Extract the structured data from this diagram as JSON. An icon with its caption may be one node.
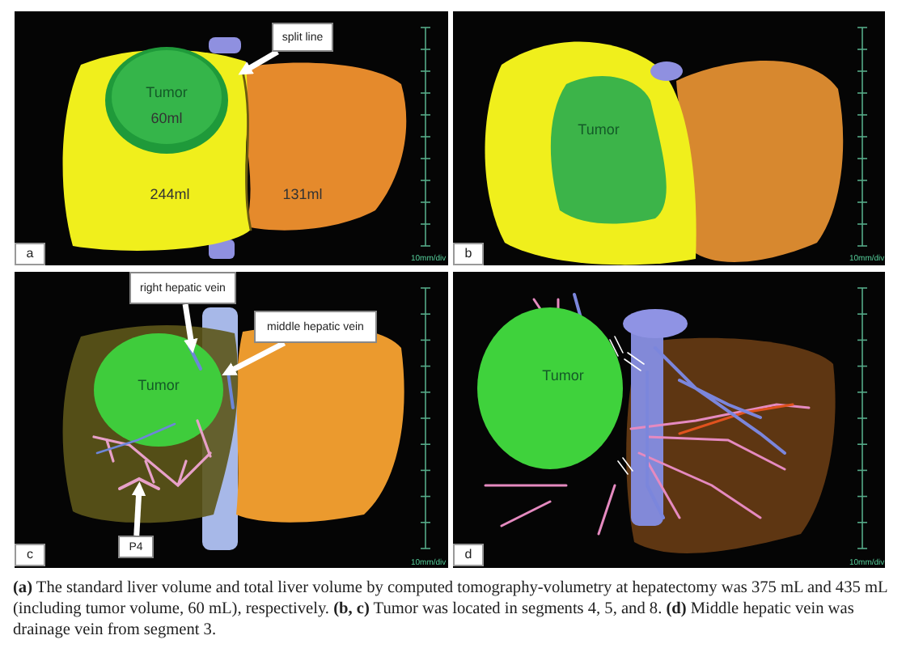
{
  "diagram": {
    "caption": "**(a)** The standard liver volume and total liver volume by computed tomography-volumetry at hepatectomy was 375 mL and 435 mL (including tumor volume, 60 mL), respectively. **(b, c)** Tumor was located in segments 4, 5, and 8. **(d)** Middle hepatic vein was drainage vein from segment 3.",
    "nodes": [
      {
        "text": [
          "split line"
        ]
      },
      {
        "text": [
          "right hepatic vein"
        ]
      },
      {
        "text": [
          "middle hepatic vein"
        ]
      },
      {
        "text": [
          "P4"
        ]
      },
      {
        "text": [],
        "shape": "line"
      },
      {
        "text": [],
        "shape": "picture"
      },
      {
        "text": [],
        "shape": "picture"
      },
      {
        "text": [],
        "shape": "picture"
      }
    ],
    "edges": [
      {
        "from": 0,
        "to": 4,
        "arrow": "to"
      },
      {
        "from": 1,
        "to": 5,
        "arrow": "to"
      },
      {
        "from": 2,
        "to": 6,
        "arrow": "to"
      },
      {
        "from": 3,
        "to": 7,
        "arrow": "to"
      }
    ],
    "labels": [
      "Tumor",
      "60ml",
      "244ml",
      "131ml",
      "a",
      "10mm/div",
      "Tumor",
      "b",
      "10mm/div",
      "Tumor",
      "c",
      "10mm/div",
      "Tumor",
      "d",
      "10mm/div"
    ]
  }
}
